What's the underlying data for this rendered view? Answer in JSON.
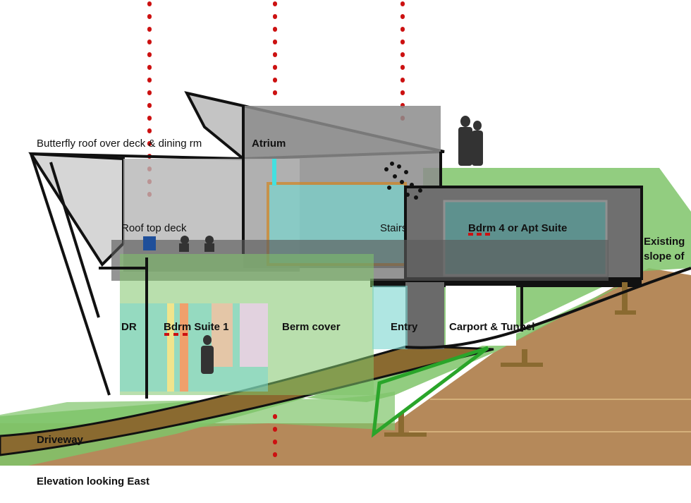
{
  "diagram": {
    "caption": "Elevation looking East",
    "labels": {
      "butterfly_roof": "Butterfly roof over deck & dining rm",
      "atrium": "Atrium",
      "roof_top_deck": "Roof top deck",
      "stairs": "Stairs",
      "bdrm4": "Bdrm 4 or Apt Suite",
      "existing_slope_1": "Existing",
      "existing_slope_2": "slope of",
      "dr": "DR",
      "bdrm_suite1": "Bdrm Suite 1",
      "berm_cover": "Berm cover",
      "entry": "Entry",
      "carport": "Carport & Tunnel",
      "driveway": "Driveway"
    },
    "colors": {
      "grass": "#7fc46a",
      "earth": "#b5895a",
      "concrete": "#8a8a8a",
      "glass": "#79d6cf",
      "marker_red": "#cc1111",
      "green_outline": "#2aa52a"
    }
  }
}
